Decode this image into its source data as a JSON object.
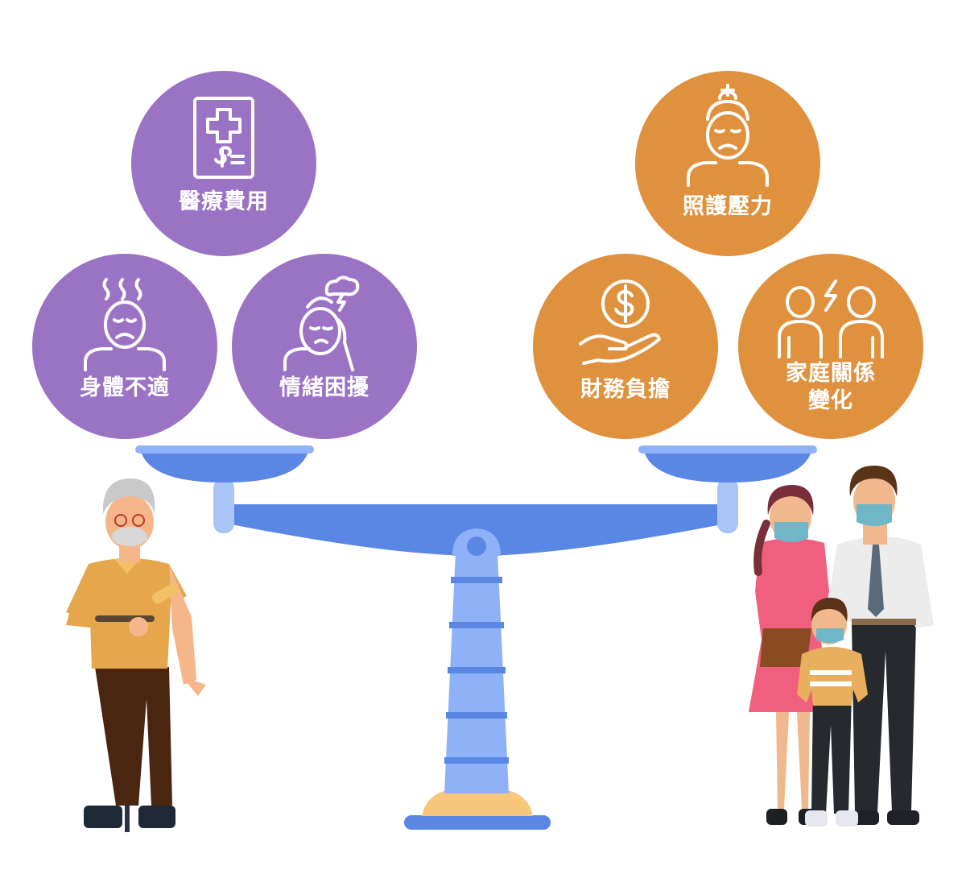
{
  "colors": {
    "left_group": "#9b73c5",
    "right_group": "#e0913e",
    "scale_blue": "#5b87e4",
    "scale_pillar": "#8fb1f7",
    "scale_base": "#f7c77c"
  },
  "left_group": [
    {
      "label": "醫療費用",
      "icon": "medical-bill-icon"
    },
    {
      "label": "身體不適",
      "icon": "unwell-person-icon"
    },
    {
      "label": "情緒困擾",
      "icon": "stressed-person-icon"
    }
  ],
  "right_group": [
    {
      "label": "照護壓力",
      "icon": "worried-caregiver-icon"
    },
    {
      "label": "財務負擔",
      "icon": "money-hand-icon"
    },
    {
      "label": "家庭關係\n變化",
      "icon": "family-conflict-icon"
    }
  ]
}
